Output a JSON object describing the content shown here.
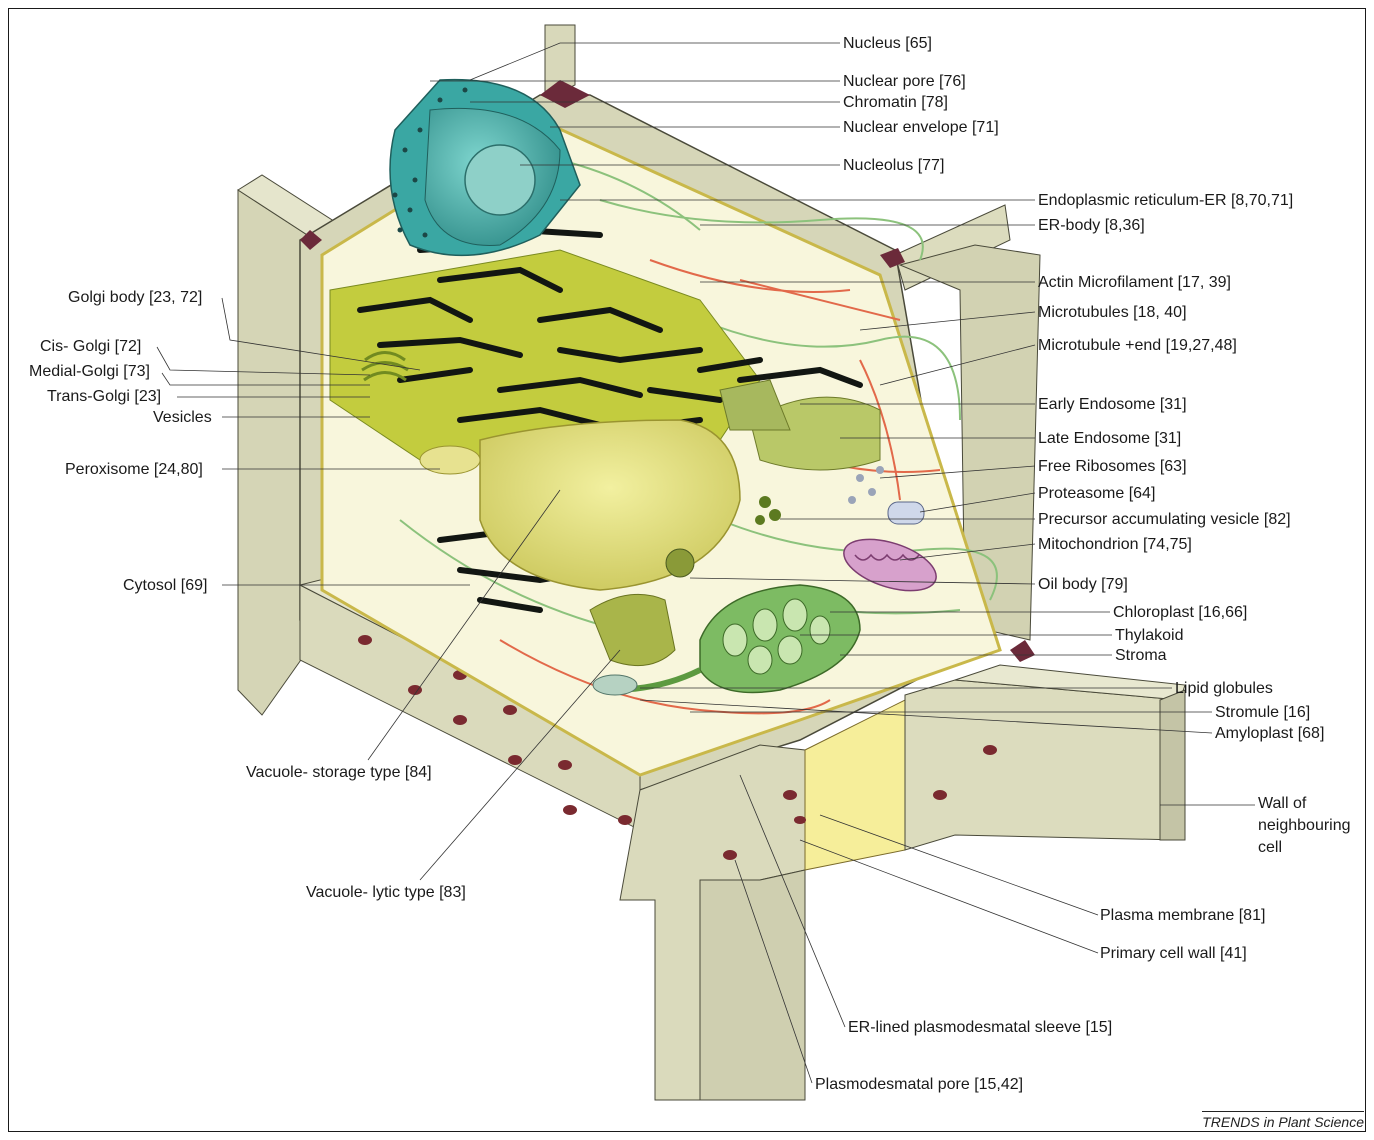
{
  "labels": {
    "nucleus": "Nucleus [65]",
    "nuclear_pore": "Nuclear pore [76]",
    "chromatin": "Chromatin [78]",
    "nuclear_envelope": "Nuclear envelope [71]",
    "nucleolus": "Nucleolus [77]",
    "er": "Endoplasmic reticulum-ER [8,70,71]",
    "er_body": "ER-body [8,36]",
    "actin": "Actin Microfilament [17, 39]",
    "microtubules": "Microtubules [18, 40]",
    "microtubule_end": "Microtubule +end [19,27,48]",
    "early_endosome": "Early Endosome [31]",
    "late_endosome": "Late Endosome [31]",
    "free_ribosomes": "Free Ribosomes [63]",
    "proteasome": "Proteasome [64]",
    "pac": "Precursor accumulating vesicle [82]",
    "mitochondrion": "Mitochondrion [74,75]",
    "oil_body": "Oil body [79]",
    "chloroplast": "Chloroplast [16,66]",
    "thylakoid": "Thylakoid",
    "stroma": "Stroma",
    "lipid_globules": "Lipid globules",
    "stromule": "Stromule [16]",
    "amyloplast": "Amyloplast [68]",
    "wall_neighbour_1": "Wall of",
    "wall_neighbour_2": "neighbouring",
    "wall_neighbour_3": "cell",
    "plasma_membrane": "Plasma membrane [81]",
    "primary_cell_wall": "Primary cell wall [41]",
    "er_sleeve": "ER-lined plasmodesmatal sleeve [15]",
    "plasmodesmatal_pore": "Plasmodesmatal pore [15,42]",
    "golgi_body": "Golgi body [23, 72]",
    "cis_golgi": "Cis- Golgi [72]",
    "medial_golgi": "Medial-Golgi [73]",
    "trans_golgi": "Trans-Golgi [23]",
    "vesicles": "Vesicles",
    "peroxisome": "Peroxisome [24,80]",
    "cytosol": "Cytosol [69]",
    "vacuole_storage": "Vacuole- storage type [84]",
    "vacuole_lytic": "Vacuole- lytic type [83]"
  },
  "credit": "TRENDS in Plant Science",
  "colors": {
    "wall": "#dcdcbe",
    "wall_dark": "#b8b89a",
    "wall_edge": "#6b2a3a",
    "interior": "#f6f5da",
    "nucleus": "#4fb5b0",
    "er": "#101410",
    "er_fill": "#b8c43a",
    "vacuole": "#e4e27a",
    "chloroplast": "#7bb860",
    "mitochondrion": "#d79ac8",
    "microtubule": "#88c07a",
    "actin": "#e07050"
  }
}
